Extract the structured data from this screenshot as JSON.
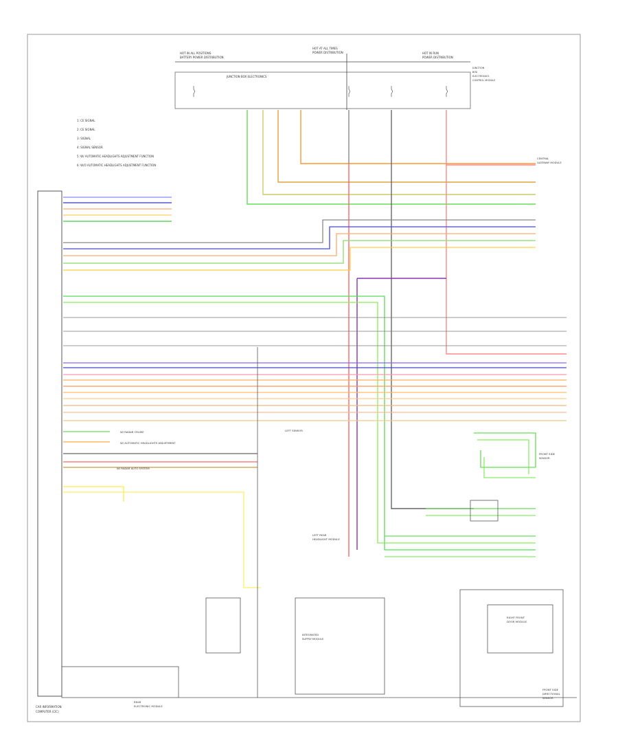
{
  "diagram": {
    "top_relay_box": {
      "left_header": [
        "HOT IN ALL POSITIONS",
        "BATTERY POWER DISTRIBUTION"
      ],
      "center_header": [
        "HOT AT ALL TIMES",
        "POWER DISTRIBUTION"
      ],
      "right_header": [
        "HOT IN RUN",
        "POWER DISTRIBUTION"
      ],
      "module_label": "JUNCTION BOX ELECTRONICS",
      "right_side_label": [
        "JUNCTION",
        "BOX",
        "ELECTRONICS",
        "CONTROL MODULE"
      ]
    },
    "legend_items": [
      "1: CE SIGNAL",
      "2: CE SIGNAL",
      "3: SIGNAL",
      "4: SIGNAL SENSOR",
      "5: W/ AUTOMATIC HEADLIGHTS ADJUSTMENT FUNCTION",
      "6: W/O AUTOMATIC HEADLIGHTS ADJUSTMENT FUNCTION"
    ],
    "left_module": [
      "CAR INFORMATION",
      "COMPUTER (CIC)"
    ],
    "bottom_left_module": [
      "REAR",
      "ELECTRONIC MODULE"
    ],
    "right_upper_module": [
      "CENTRAL",
      "GATEWAY MODULE"
    ],
    "right_mid_module": [
      "FRONT SIDE",
      "SENSOR"
    ],
    "right_bottom_module": [
      "FRONT SIDE",
      "DIRECTIONAL",
      "SENSOR"
    ],
    "connector_right_label": [
      "RIGHT FRONT",
      "DOOR MODULE"
    ],
    "center_labels": [
      "LEFT REAR",
      "HEADLIGHT MODULE",
      "LEFT SENSOR"
    ],
    "center_bottom_label": [
      "INTEGRATED",
      "SUPPLY MODULE"
    ],
    "notes": [
      "W/ RADAR CRUISE",
      "W/ AUTOMATIC HEADLIGHTS ADJUSTMENT",
      "W/ RADAR AUTO SYSTEM"
    ]
  }
}
